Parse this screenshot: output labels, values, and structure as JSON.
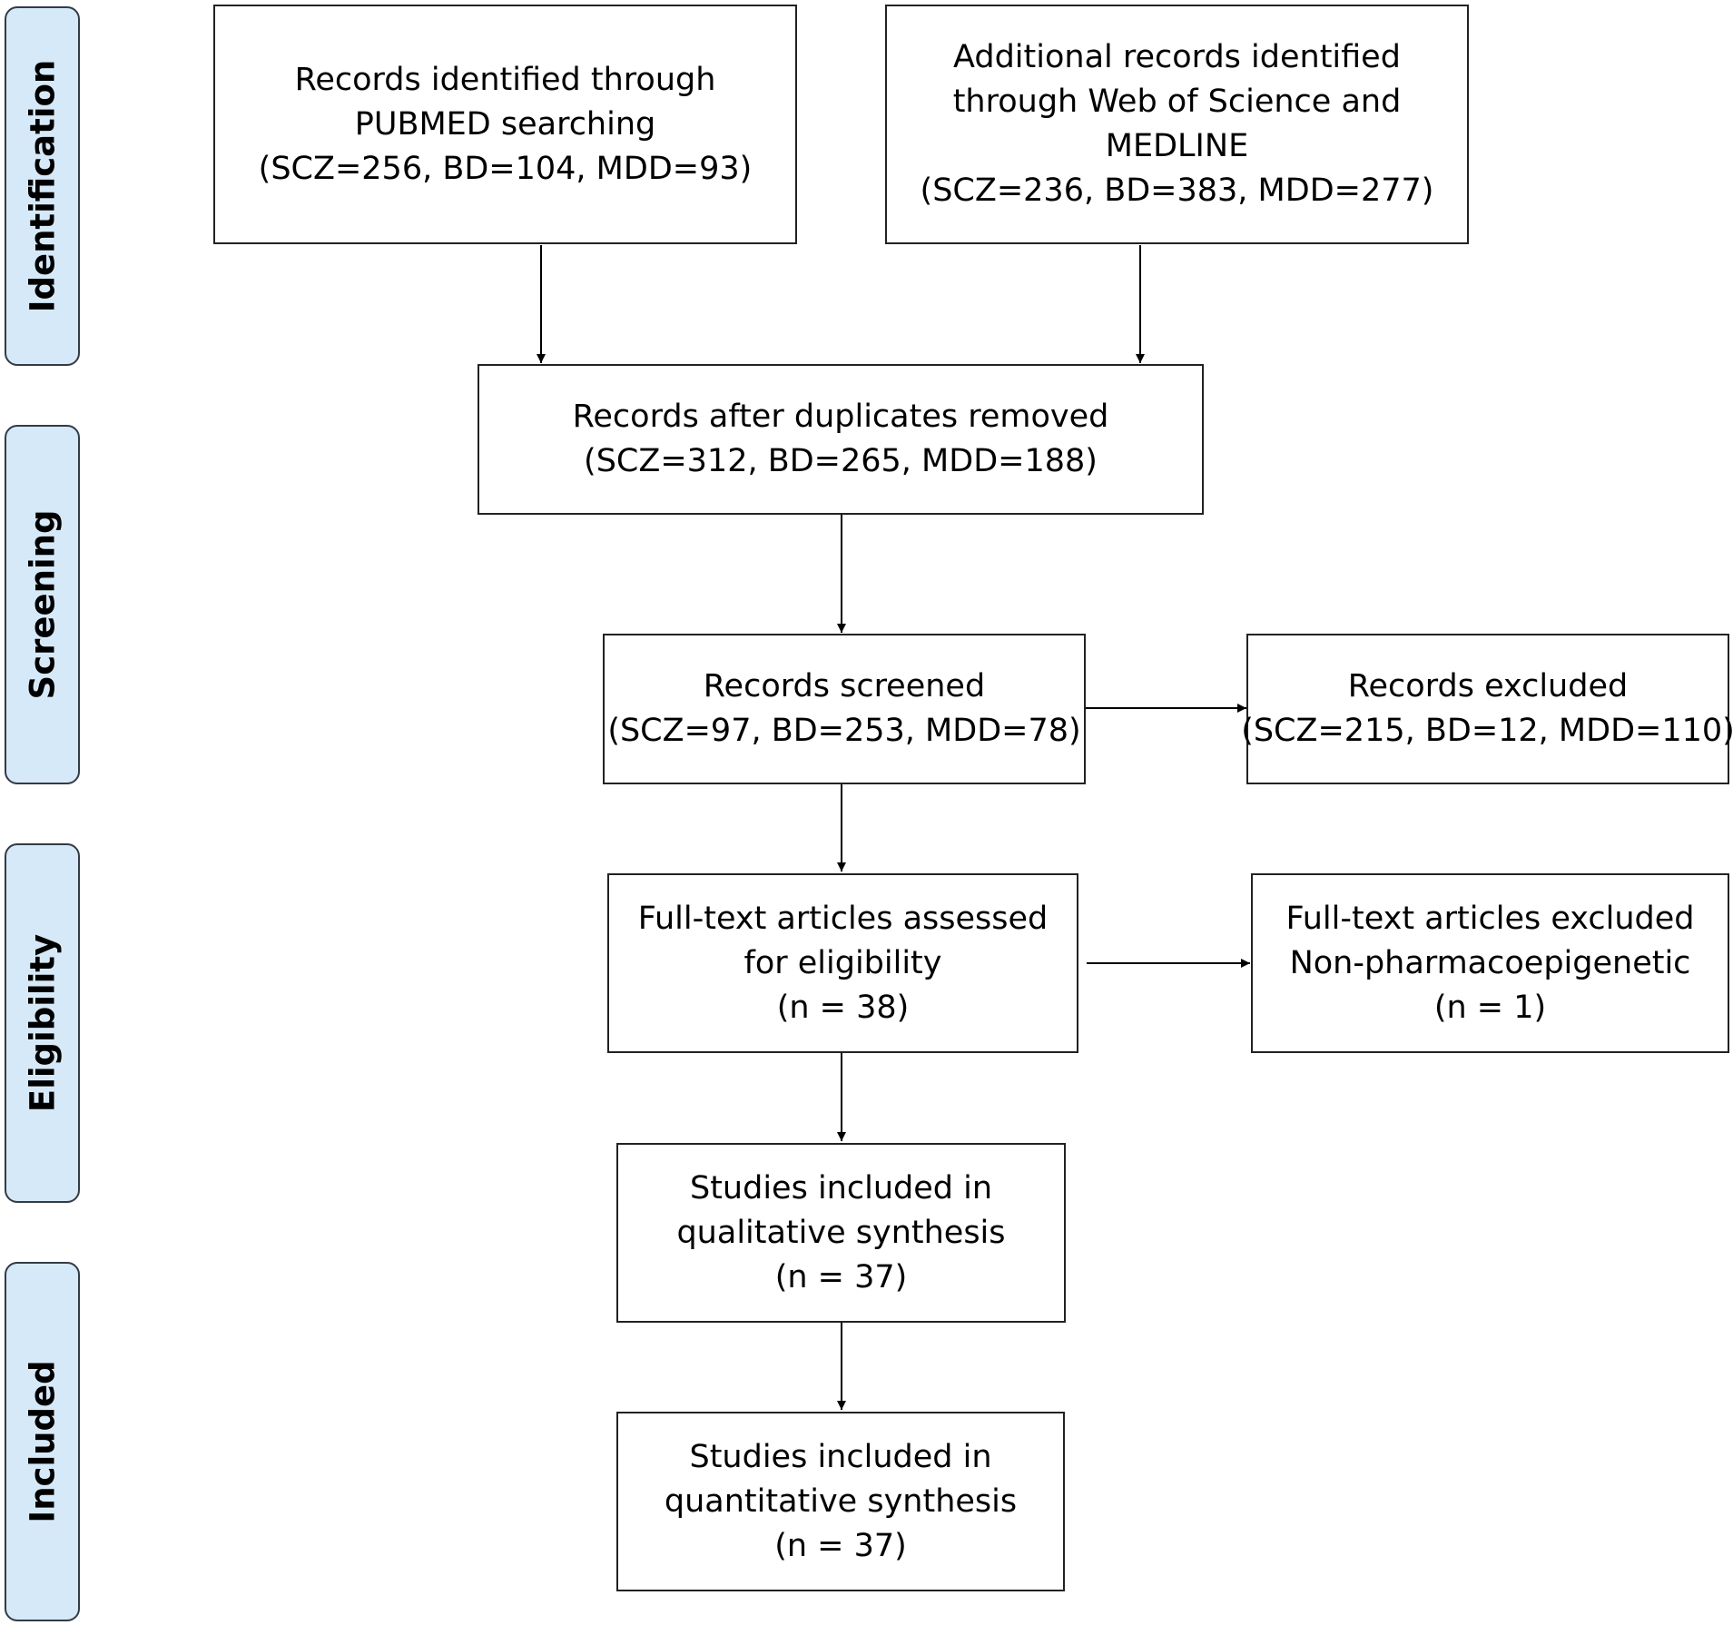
{
  "phases": {
    "identification": "Identification",
    "screening": "Screening",
    "eligibility": "Eligibility",
    "included": "Included"
  },
  "boxes": {
    "pubmed": {
      "line1": "Records identified through",
      "line2": "PUBMED searching",
      "line3": "(SCZ=256, BD=104, MDD=93)"
    },
    "additional": {
      "line1": "Additional records identified",
      "line2": "through Web of Science and",
      "line3": "MEDLINE",
      "line4": "(SCZ=236, BD=383, MDD=277)"
    },
    "duplicates_removed": {
      "line1": "Records after duplicates removed",
      "line2": "(SCZ=312, BD=265, MDD=188)"
    },
    "screened": {
      "line1": "Records screened",
      "line2": "(SCZ=97, BD=253, MDD=78)"
    },
    "excluded": {
      "line1": "Records excluded",
      "line2": "(SCZ=215, BD=12, MDD=110)"
    },
    "fulltext_assessed": {
      "line1": "Full-text articles assessed",
      "line2": "for eligibility",
      "line3": "(n = 38)"
    },
    "fulltext_excluded": {
      "line1": "Full-text articles excluded",
      "line2": "Non-pharmacoepigenetic",
      "line3": "(n = 1)"
    },
    "qualitative": {
      "line1": "Studies included in",
      "line2": "qualitative synthesis",
      "line3": "(n = 37)"
    },
    "quantitative": {
      "line1": "Studies included in",
      "line2": "quantitative synthesis",
      "line3": "(n = 37)"
    }
  }
}
